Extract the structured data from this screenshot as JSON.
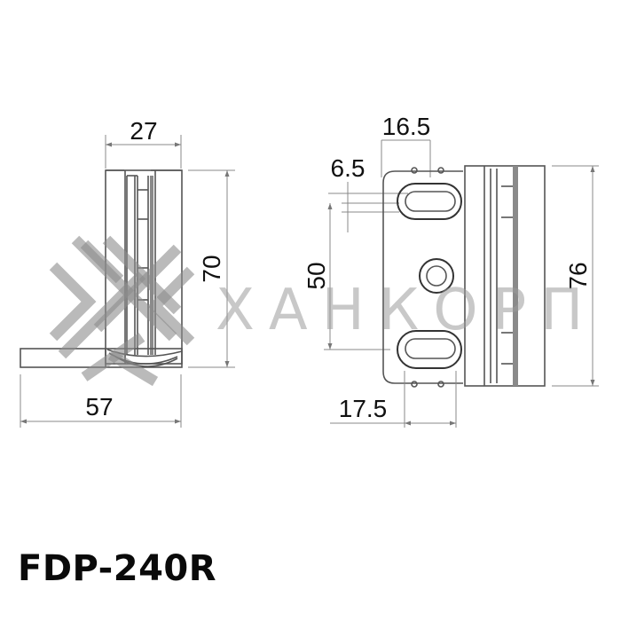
{
  "model": {
    "code": "FDP-240R"
  },
  "watermark": {
    "text": "ХАНКОРП",
    "color": "#9a9a9a"
  },
  "views": {
    "side": {
      "dimensions": {
        "width_top": "27",
        "height": "70",
        "base_length": "57"
      }
    },
    "front": {
      "dimensions": {
        "top_offset": "16.5",
        "slot_height": "6.5",
        "slot_spacing": "50",
        "bottom_offset": "17.5",
        "total_height": "76"
      }
    }
  }
}
